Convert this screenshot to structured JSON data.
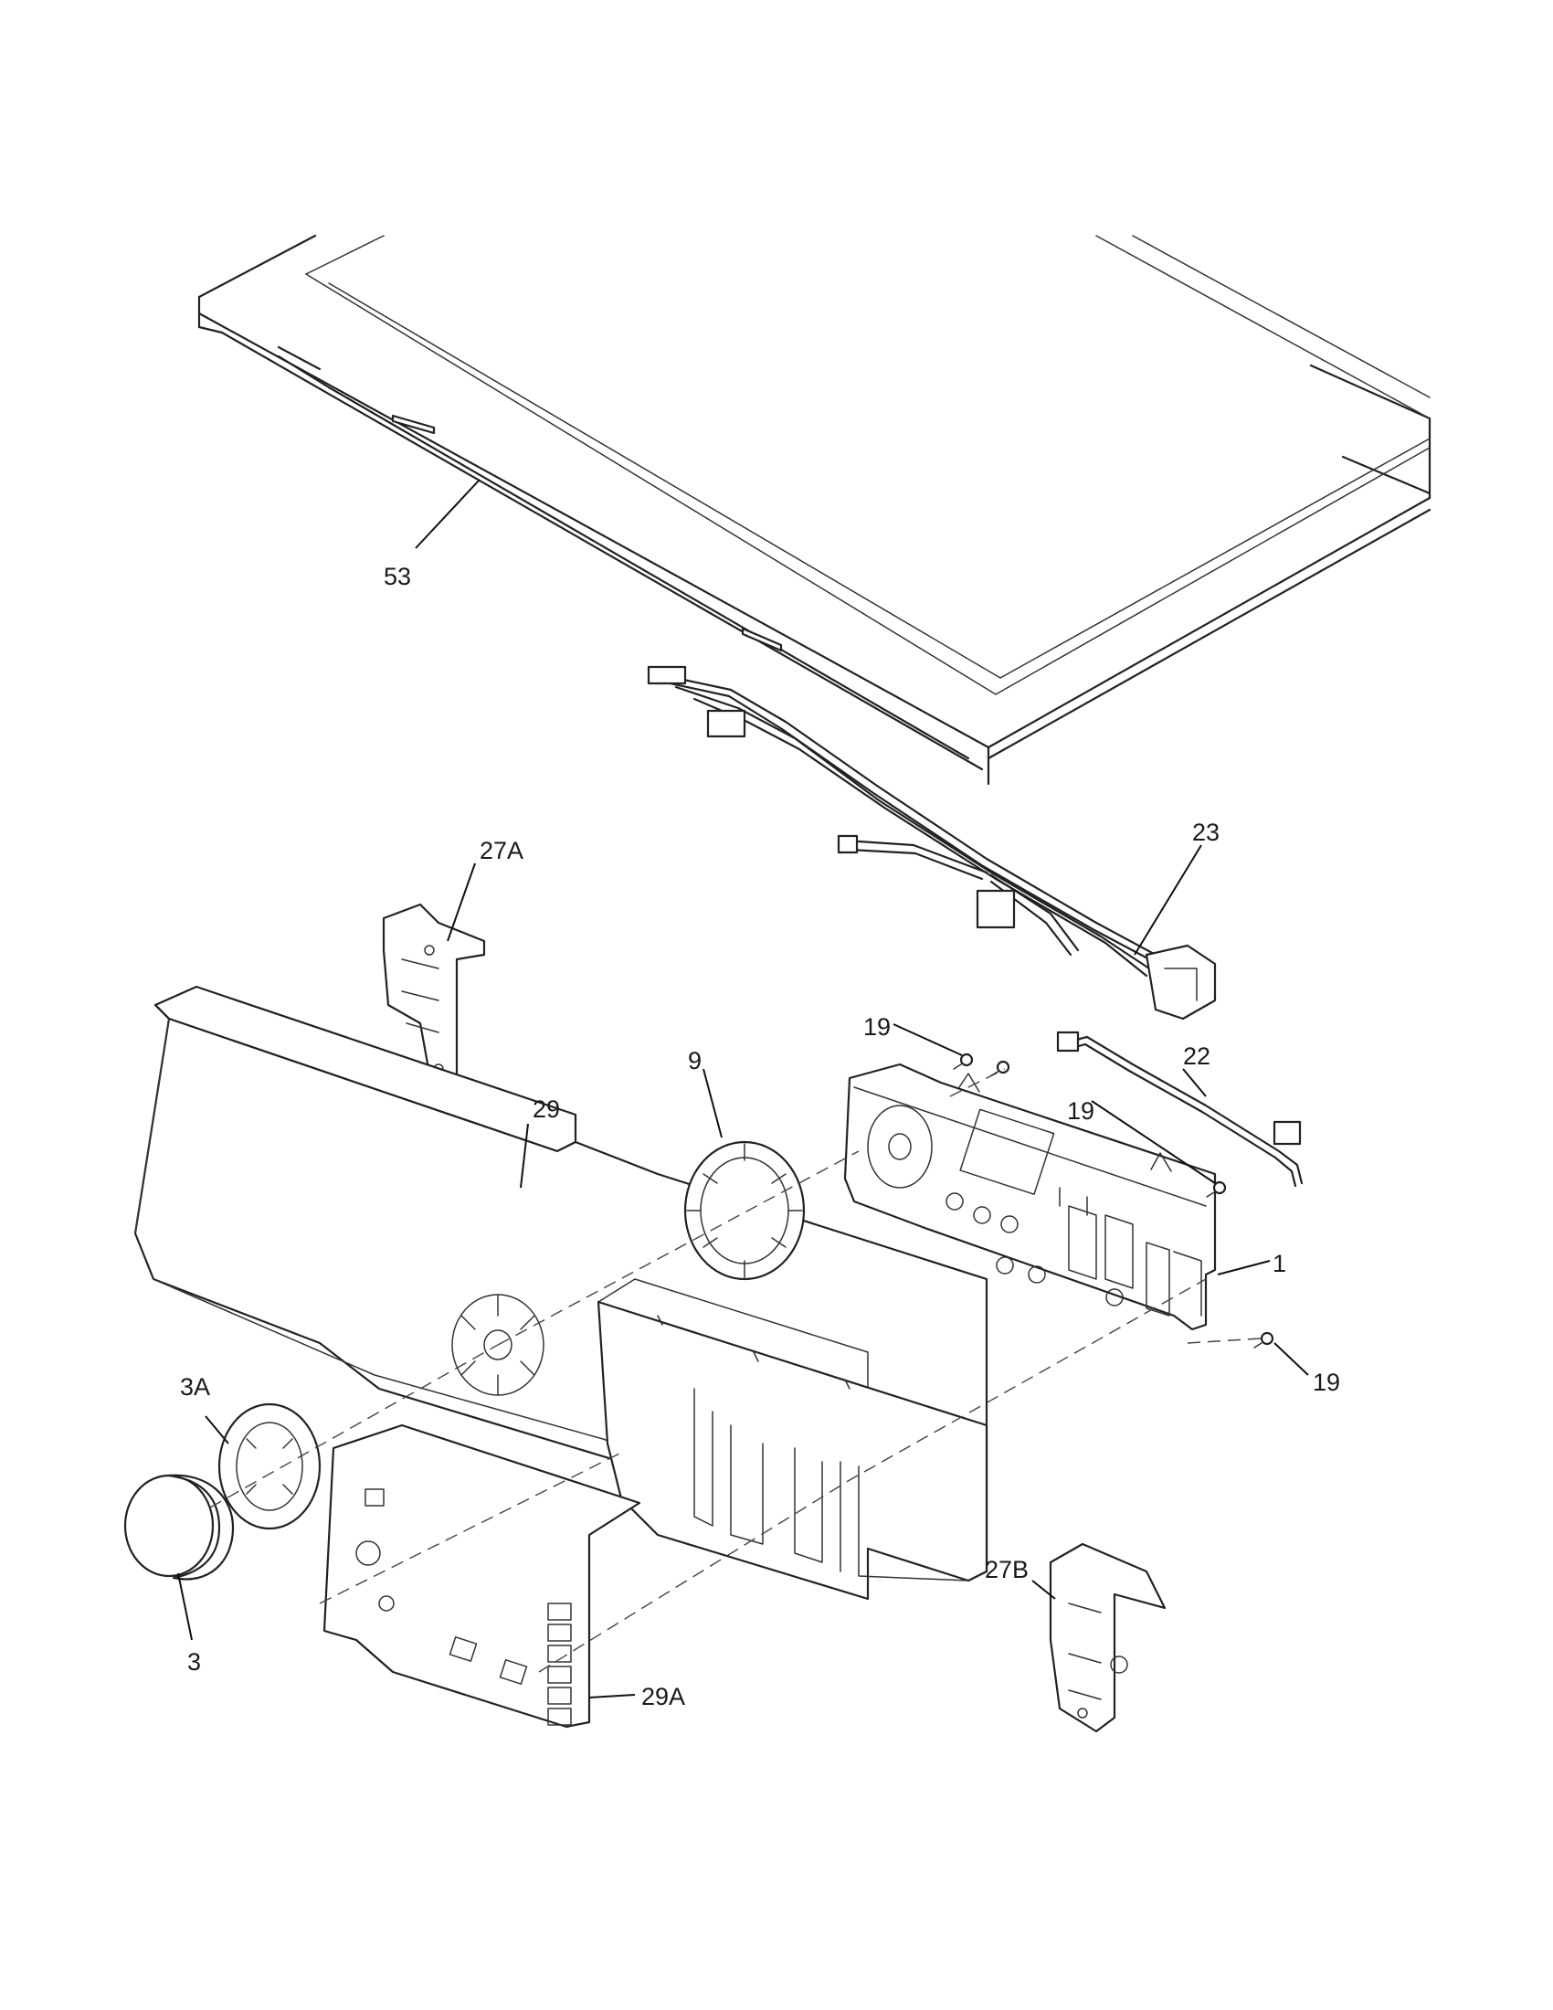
{
  "callouts": {
    "c53": "53",
    "c23": "23",
    "c27A": "27A",
    "c19a": "19",
    "c9": "9",
    "c22": "22",
    "c29": "29",
    "c19b": "19",
    "c1": "1",
    "c19c": "19",
    "c3A": "3A",
    "c27B": "27B",
    "c3": "3",
    "c29A": "29A"
  }
}
